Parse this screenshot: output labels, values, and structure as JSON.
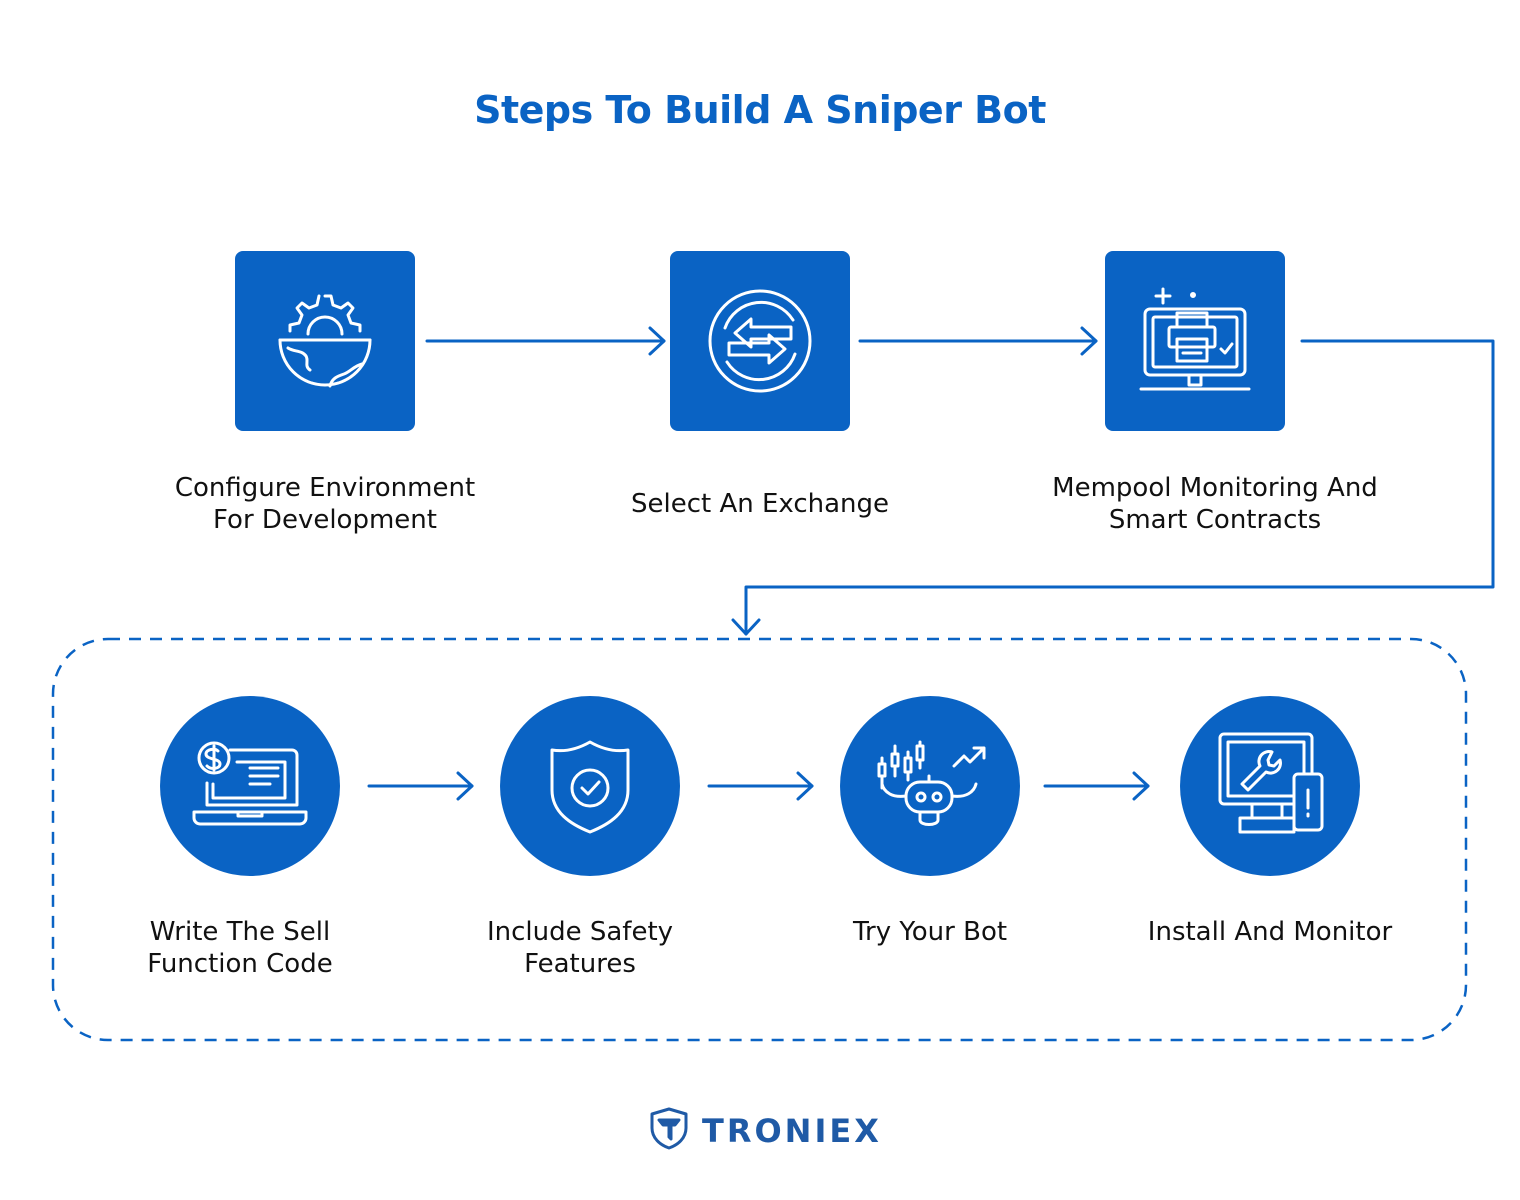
{
  "title": "Steps To Build A Sniper Bot",
  "brand": {
    "name": "TRONIEX",
    "color": "#1f5aa6"
  },
  "accent_color": "#0a63c4",
  "top_steps": [
    {
      "label_lines": [
        "Configure Environment",
        "For Development"
      ],
      "icon": "gear-globe-icon"
    },
    {
      "label_lines": [
        "Select An Exchange"
      ],
      "icon": "exchange-arrows-icon"
    },
    {
      "label_lines": [
        "Mempool Monitoring And",
        "Smart Contracts"
      ],
      "icon": "monitor-printer-icon"
    }
  ],
  "bottom_steps": [
    {
      "label_lines": [
        "Write The Sell",
        "Function Code"
      ],
      "icon": "laptop-dollar-icon"
    },
    {
      "label_lines": [
        "Include Safety",
        "Features"
      ],
      "icon": "shield-check-icon"
    },
    {
      "label_lines": [
        "Try Your Bot"
      ],
      "icon": "robot-chart-icon"
    },
    {
      "label_lines": [
        "Install And Monitor"
      ],
      "icon": "monitor-wrench-icon"
    }
  ]
}
